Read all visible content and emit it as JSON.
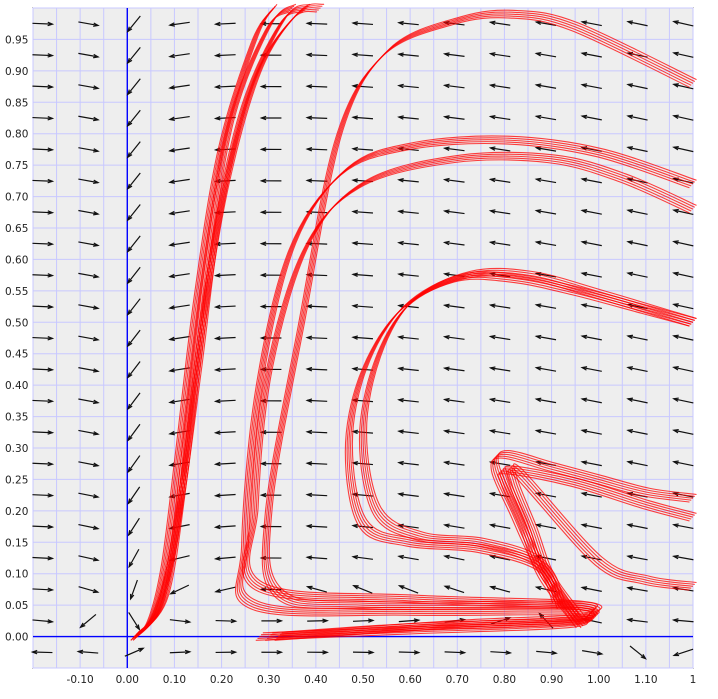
{
  "chart_data": {
    "type": "vector-field",
    "title": "",
    "xlabel": "",
    "ylabel": "",
    "x_ticks": [
      {
        "value": -0.1,
        "label": "-0.10"
      },
      {
        "value": 0.0,
        "label": "0.00"
      },
      {
        "value": 0.1,
        "label": "0.10"
      },
      {
        "value": 0.2,
        "label": "0.20"
      },
      {
        "value": 0.3,
        "label": "0.30"
      },
      {
        "value": 0.4,
        "label": "0.40"
      },
      {
        "value": 0.5,
        "label": "0.50"
      },
      {
        "value": 0.6,
        "label": "0.60"
      },
      {
        "value": 0.7,
        "label": "0.70"
      },
      {
        "value": 0.8,
        "label": "0.80"
      },
      {
        "value": 0.9,
        "label": "0.90"
      },
      {
        "value": 1.0,
        "label": "1.00"
      },
      {
        "value": 1.1,
        "label": "1.10"
      },
      {
        "value": 1.2,
        "label": "1"
      }
    ],
    "y_ticks": [
      {
        "value": 0.0,
        "label": "0.00"
      },
      {
        "value": 0.05,
        "label": "0.05"
      },
      {
        "value": 0.1,
        "label": "0.10"
      },
      {
        "value": 0.15,
        "label": "0.15"
      },
      {
        "value": 0.2,
        "label": "0.20"
      },
      {
        "value": 0.25,
        "label": "0.25"
      },
      {
        "value": 0.3,
        "label": "0.30"
      },
      {
        "value": 0.35,
        "label": "0.35"
      },
      {
        "value": 0.4,
        "label": "0.40"
      },
      {
        "value": 0.45,
        "label": "0.45"
      },
      {
        "value": 0.5,
        "label": "0.50"
      },
      {
        "value": 0.55,
        "label": "0.55"
      },
      {
        "value": 0.6,
        "label": "0.60"
      },
      {
        "value": 0.65,
        "label": "0.65"
      },
      {
        "value": 0.7,
        "label": "0.70"
      },
      {
        "value": 0.75,
        "label": "0.75"
      },
      {
        "value": 0.8,
        "label": "0.80"
      },
      {
        "value": 0.85,
        "label": "0.85"
      },
      {
        "value": 0.9,
        "label": "0.90"
      },
      {
        "value": 0.95,
        "label": "0.95"
      }
    ],
    "xlim": [
      -0.2,
      1.2
    ],
    "ylim": [
      -0.05,
      1.0
    ],
    "grid": true,
    "grid_step_x": 0.05,
    "grid_step_y": 0.05,
    "field_model": {
      "a": 1.0,
      "b": 6.0,
      "c": 0.25,
      "d": 0.3
    },
    "field_x_range": [
      -0.18,
      1.18
    ],
    "field_y_range": [
      -0.025,
      0.975
    ],
    "field_x_count": 15,
    "field_y_count": 21,
    "trajectories": [
      {
        "name": "",
        "points": [
          [
            0.015,
            0.0
          ],
          [
            0.05,
            0.03
          ],
          [
            0.08,
            0.12
          ],
          [
            0.11,
            0.3
          ],
          [
            0.15,
            0.55
          ],
          [
            0.2,
            0.78
          ],
          [
            0.27,
            0.95
          ],
          [
            0.31,
            1.0
          ]
        ]
      },
      {
        "name": "",
        "points": [
          [
            0.015,
            0.0
          ],
          [
            0.06,
            0.04
          ],
          [
            0.1,
            0.15
          ],
          [
            0.13,
            0.35
          ],
          [
            0.17,
            0.6
          ],
          [
            0.22,
            0.82
          ],
          [
            0.3,
            0.97
          ],
          [
            0.35,
            1.0
          ]
        ]
      },
      {
        "name": "",
        "points": [
          [
            0.02,
            0.0
          ],
          [
            0.07,
            0.05
          ],
          [
            0.11,
            0.2
          ],
          [
            0.15,
            0.42
          ],
          [
            0.19,
            0.65
          ],
          [
            0.25,
            0.85
          ],
          [
            0.33,
            0.98
          ],
          [
            0.38,
            1.0
          ]
        ]
      },
      {
        "name": "",
        "points": [
          [
            0.02,
            0.0
          ],
          [
            0.08,
            0.06
          ],
          [
            0.12,
            0.25
          ],
          [
            0.16,
            0.5
          ],
          [
            0.21,
            0.72
          ],
          [
            0.28,
            0.9
          ],
          [
            0.36,
            0.99
          ],
          [
            0.41,
            1.0
          ]
        ]
      },
      {
        "name": "",
        "points": [
          [
            0.28,
            0.0
          ],
          [
            0.6,
            0.01
          ],
          [
            0.94,
            0.02
          ],
          [
            0.98,
            0.035
          ],
          [
            0.94,
            0.05
          ],
          [
            0.5,
            0.05
          ],
          [
            0.32,
            0.07
          ],
          [
            0.3,
            0.2
          ],
          [
            0.37,
            0.5
          ],
          [
            0.45,
            0.8
          ],
          [
            0.55,
            0.93
          ],
          [
            0.7,
            0.98
          ],
          [
            0.82,
            0.99
          ],
          [
            0.95,
            0.97
          ],
          [
            1.2,
            0.88
          ]
        ]
      },
      {
        "name": "",
        "points": [
          [
            0.3,
            0.0
          ],
          [
            0.6,
            0.015
          ],
          [
            0.95,
            0.025
          ],
          [
            0.95,
            0.04
          ],
          [
            0.6,
            0.04
          ],
          [
            0.27,
            0.05
          ],
          [
            0.25,
            0.15
          ],
          [
            0.28,
            0.4
          ],
          [
            0.35,
            0.62
          ],
          [
            0.46,
            0.74
          ],
          [
            0.6,
            0.78
          ],
          [
            0.8,
            0.79
          ],
          [
            1.0,
            0.77
          ],
          [
            1.2,
            0.72
          ]
        ]
      },
      {
        "name": "",
        "points": [
          [
            0.32,
            0.0
          ],
          [
            0.7,
            0.02
          ],
          [
            0.96,
            0.03
          ],
          [
            0.96,
            0.05
          ],
          [
            0.6,
            0.06
          ],
          [
            0.28,
            0.08
          ],
          [
            0.27,
            0.2
          ],
          [
            0.3,
            0.42
          ],
          [
            0.38,
            0.62
          ],
          [
            0.5,
            0.72
          ],
          [
            0.7,
            0.76
          ],
          [
            0.9,
            0.76
          ],
          [
            1.05,
            0.73
          ],
          [
            1.2,
            0.68
          ]
        ]
      },
      {
        "name": "",
        "points": [
          [
            0.92,
            0.05
          ],
          [
            0.88,
            0.11
          ],
          [
            0.75,
            0.14
          ],
          [
            0.6,
            0.15
          ],
          [
            0.5,
            0.18
          ],
          [
            0.47,
            0.3
          ],
          [
            0.5,
            0.42
          ],
          [
            0.58,
            0.52
          ],
          [
            0.7,
            0.57
          ],
          [
            0.82,
            0.57
          ],
          [
            0.95,
            0.55
          ],
          [
            1.1,
            0.52
          ],
          [
            1.2,
            0.5
          ]
        ]
      },
      {
        "name": "",
        "points": [
          [
            0.91,
            0.06
          ],
          [
            0.87,
            0.12
          ],
          [
            0.75,
            0.15
          ],
          [
            0.62,
            0.16
          ],
          [
            0.53,
            0.2
          ],
          [
            0.5,
            0.32
          ],
          [
            0.53,
            0.44
          ],
          [
            0.6,
            0.53
          ],
          [
            0.72,
            0.575
          ],
          [
            0.85,
            0.575
          ],
          [
            1.0,
            0.545
          ],
          [
            1.2,
            0.5
          ]
        ]
      },
      {
        "name": "",
        "points": [
          [
            0.95,
            0.03
          ],
          [
            0.87,
            0.12
          ],
          [
            0.82,
            0.2
          ],
          [
            0.78,
            0.27
          ],
          [
            0.8,
            0.29
          ],
          [
            0.9,
            0.27
          ],
          [
            1.0,
            0.25
          ],
          [
            1.1,
            0.23
          ],
          [
            1.2,
            0.22
          ]
        ]
      },
      {
        "name": "",
        "points": [
          [
            0.96,
            0.02
          ],
          [
            0.88,
            0.1
          ],
          [
            0.84,
            0.18
          ],
          [
            0.8,
            0.25
          ],
          [
            0.81,
            0.265
          ],
          [
            0.95,
            0.245
          ],
          [
            1.1,
            0.21
          ],
          [
            1.2,
            0.19
          ]
        ]
      },
      {
        "name": "",
        "points": [
          [
            0.97,
            0.02
          ],
          [
            0.9,
            0.09
          ],
          [
            0.86,
            0.17
          ],
          [
            0.82,
            0.245
          ],
          [
            0.83,
            0.26
          ],
          [
            1.0,
            0.12
          ],
          [
            1.1,
            0.09
          ],
          [
            1.2,
            0.08
          ]
        ]
      }
    ],
    "colors": {
      "background": "#eeeeee",
      "grid": "#c8c8ff",
      "axis": "#0000ff",
      "arrow": "#111111",
      "trajectory": "#ff0000",
      "tick_text": "#222222"
    }
  }
}
